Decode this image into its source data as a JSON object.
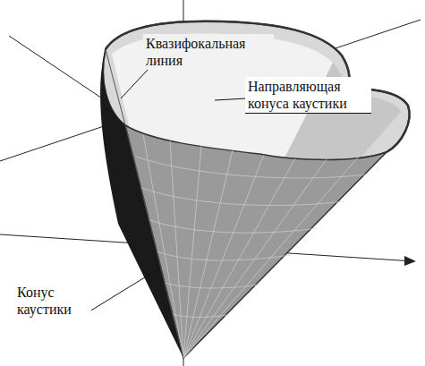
{
  "diagram": {
    "labels": [
      "Квазифокальная линия",
      "Направляющая конуса каустики",
      "Конус каустики"
    ]
  }
}
